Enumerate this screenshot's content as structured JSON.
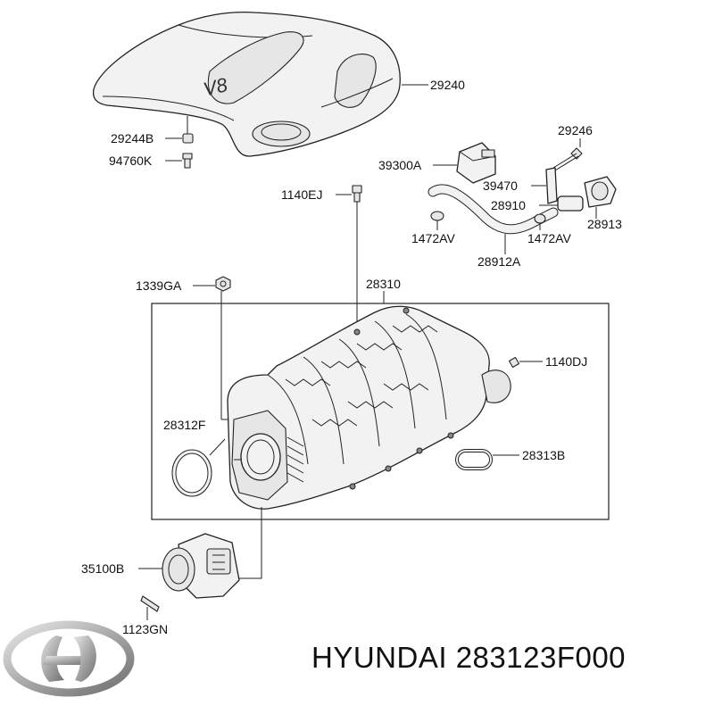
{
  "labels": {
    "l29240": "29240",
    "l29244B": "29244B",
    "l94760K": "94760K",
    "l29246": "29246",
    "l39300A": "39300A",
    "l39470": "39470",
    "l28910": "28910",
    "l28913": "28913",
    "l1140EJ": "1140EJ",
    "l1472AV_left": "1472AV",
    "l1472AV_right": "1472AV",
    "l28912A": "28912A",
    "l1339GA": "1339GA",
    "l28310": "28310",
    "l1140DJ": "1140DJ",
    "l28312F": "28312F",
    "l28313B": "28313B",
    "l35100B": "35100B",
    "l1123GN": "1123GN"
  },
  "cover_emblem": "V8",
  "footer": {
    "brand": "HYUNDAI",
    "part_number": "283123F000"
  },
  "colors": {
    "line": "#222222",
    "part_fill": "#f2f2f2",
    "logo_silver": "#a8a8a8"
  },
  "icons": {
    "logo": "hyundai-logo-icon"
  }
}
